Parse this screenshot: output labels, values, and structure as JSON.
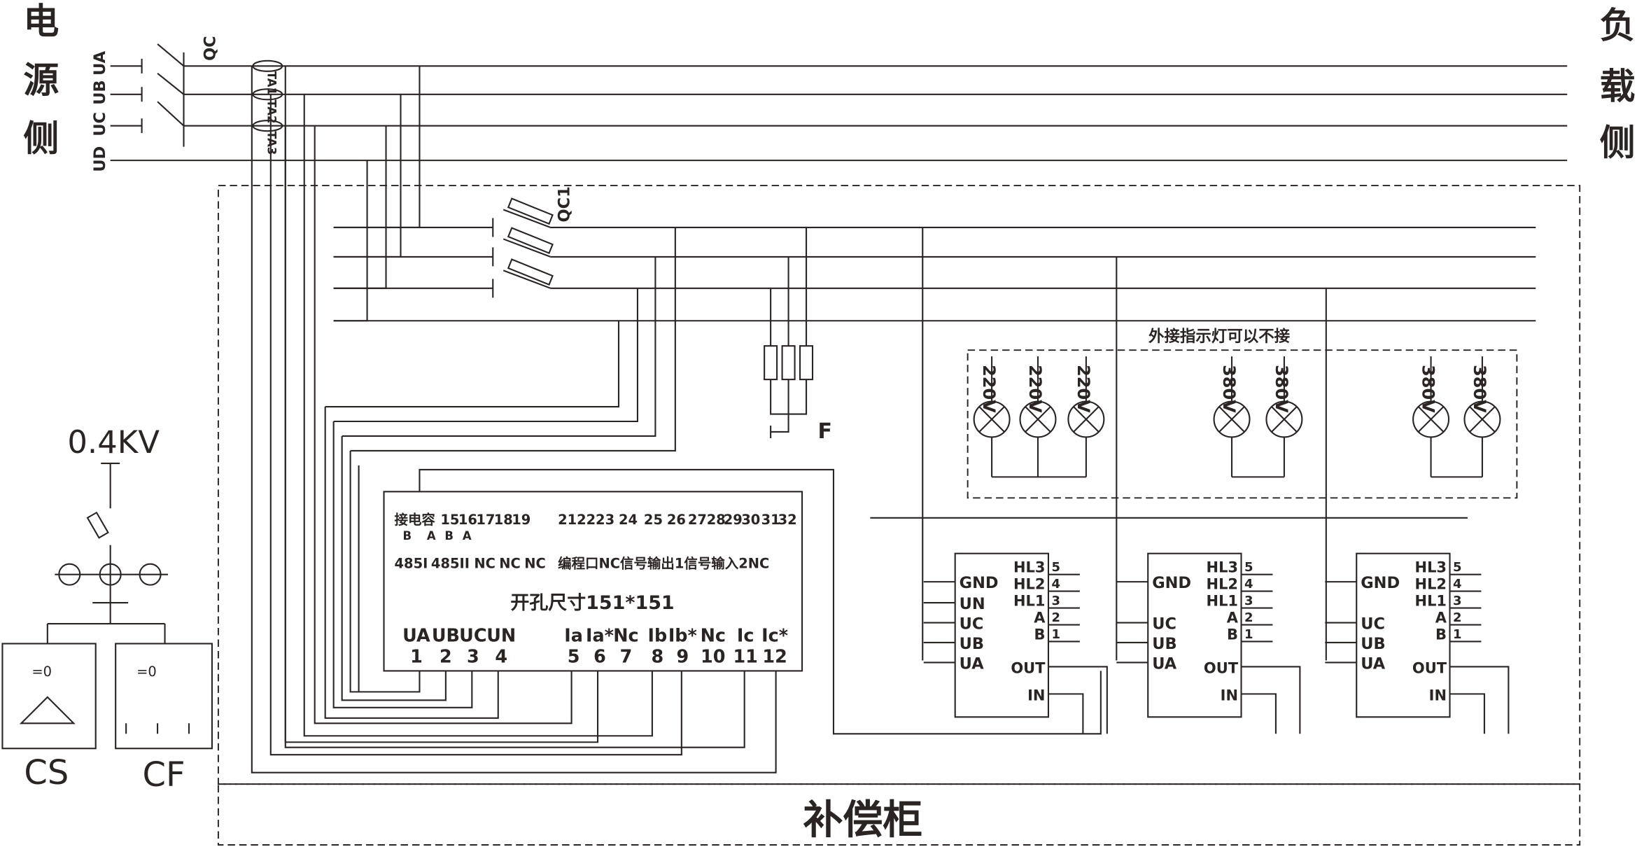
{
  "side_labels": {
    "source": [
      "电",
      "源",
      "侧"
    ],
    "load": [
      "负",
      "载",
      "侧"
    ]
  },
  "phases": [
    "UA",
    "UB",
    "UC",
    "UD"
  ],
  "switches": {
    "main": "QC",
    "branch": "QC1"
  },
  "current_transformers": [
    "TA1",
    "TA2",
    "TA3"
  ],
  "fuse_label": "F",
  "cabinet_label": "补偿柜",
  "lamp_box": {
    "title": "外接指示灯可以不接",
    "lamps": [
      "220V",
      "220V",
      "220V",
      "380V",
      "380V",
      "380V",
      "380V"
    ]
  },
  "controller": {
    "top_numbers": [
      "接电容",
      "15",
      "16",
      "17",
      "18",
      "19",
      "21",
      "22",
      "23",
      "24",
      "25",
      "26",
      "27",
      "28",
      "29",
      "30",
      "31",
      "32"
    ],
    "ab_labels": [
      "B",
      "A",
      "B",
      "A"
    ],
    "left_funcs": [
      "485I",
      "485II",
      "NC",
      "NC",
      "NC"
    ],
    "right_funcs": "编程口NC信号输出1信号输入2NC",
    "cutout": "开孔尺寸151*151",
    "bottom_names": [
      "UA",
      "UB",
      "UC",
      "UN",
      "Ia",
      "Ia*",
      "Nc",
      "Ib",
      "Ib*",
      "Nc",
      "Ic",
      "Ic*"
    ],
    "bottom_numbers": [
      "1",
      "2",
      "3",
      "4",
      "5",
      "6",
      "7",
      "8",
      "9",
      "10",
      "11",
      "12"
    ]
  },
  "modules": [
    {
      "left": [
        "GND",
        "UN",
        "UC",
        "UB",
        "UA"
      ]
    },
    {
      "left": [
        "GND",
        "UC",
        "UB",
        "UA"
      ]
    },
    {
      "left": [
        "GND",
        "UC",
        "UB",
        "UA"
      ]
    }
  ],
  "module_right": [
    "HL3",
    "HL2",
    "HL1",
    "A",
    "B",
    "OUT",
    "IN"
  ],
  "module_pins": [
    "5",
    "4",
    "3",
    "2",
    "1"
  ],
  "voltage": "0.4KV",
  "bank_labels": [
    "CS",
    "CF"
  ],
  "bank_switch_label": "=0"
}
